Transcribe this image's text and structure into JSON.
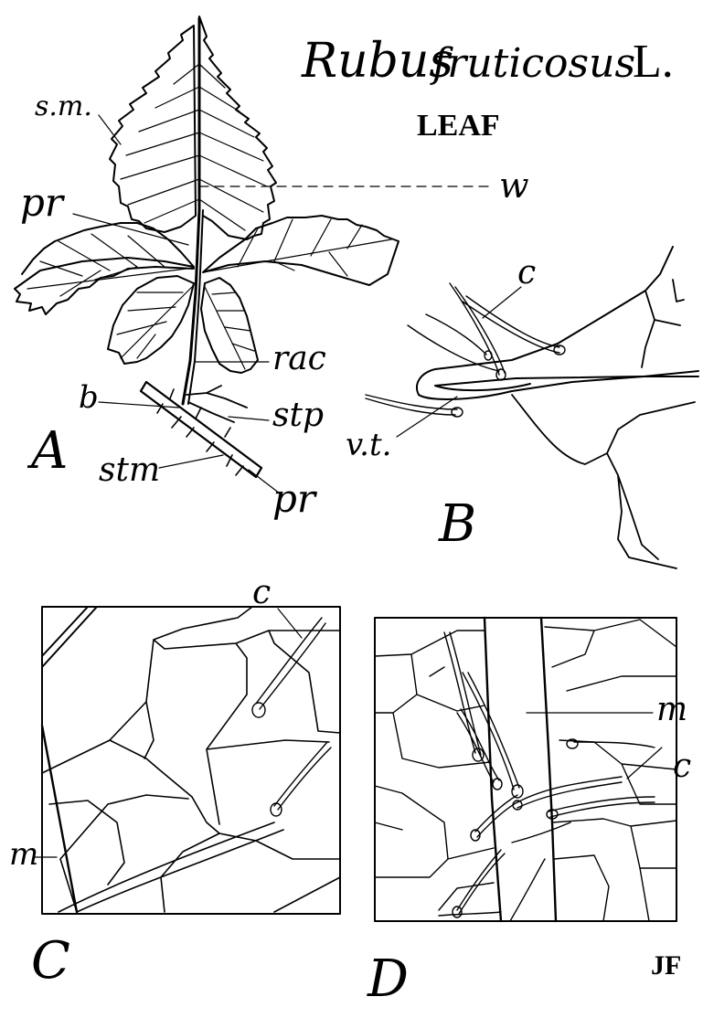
{
  "title": {
    "genus": "Rubus",
    "species": "fruticosus",
    "author": "L."
  },
  "subtitle": "LEAF",
  "panels": {
    "A": "A",
    "B": "B",
    "C": "C",
    "D": "D"
  },
  "labels": {
    "a_sm": "s.m.",
    "a_pr_top": "pr",
    "a_w": "w",
    "a_rac": "rac",
    "a_b": "b",
    "a_stp": "stp",
    "a_stm": "stm",
    "a_pr_bottom": "pr",
    "b_c": "c",
    "b_vt": "v.t.",
    "c_c": "c",
    "c_m": "m",
    "d_m": "m",
    "d_c": "c"
  },
  "monogram": "JF"
}
